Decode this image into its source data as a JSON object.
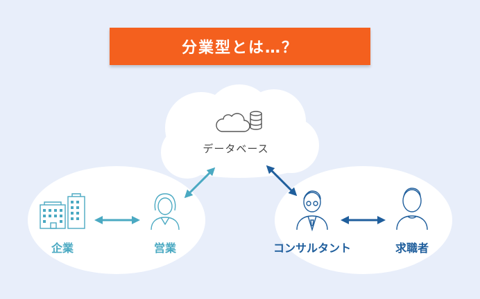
{
  "title": "分業型とは…？",
  "cloud": {
    "label": "データベース"
  },
  "left_group": {
    "company_label": "企業",
    "sales_label": "営業"
  },
  "right_group": {
    "consultant_label": "コンサルタント",
    "jobseeker_label": "求職者"
  },
  "colors": {
    "banner": "#f4601e",
    "teal": "#4aa9c2",
    "navy": "#1f5e9c",
    "background": "#e8eefa"
  }
}
